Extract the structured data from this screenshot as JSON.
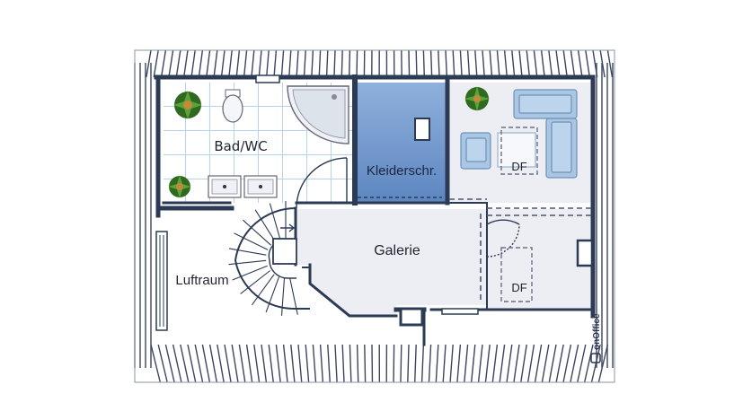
{
  "floor_plan": {
    "rooms": {
      "bath": {
        "label": "Bad/WC"
      },
      "wardrobe": {
        "label": "Kleiderschr."
      },
      "gallery": {
        "label": "Galerie"
      },
      "void": {
        "label": "Luftraum"
      },
      "skylight_upper": {
        "label": "DF"
      },
      "skylight_lower": {
        "label": "DF"
      }
    },
    "brand": {
      "text": "onOffice"
    },
    "colors": {
      "wall": "#2b3a55",
      "floor": "#eceef3",
      "bath_tile_grid": "#b9d2ec",
      "wardrobe_fill": "#6f95c8",
      "furniture": "#a9c6e4",
      "roof_slat": "#3a4660",
      "plant": "#3f8a2c"
    },
    "icons": [
      "plant-icon",
      "toilet-icon",
      "shower-tray-icon",
      "washbasin-icon",
      "sofa-icon",
      "armchair-icon",
      "spiral-staircase-icon",
      "onoffice-logo-icon"
    ]
  }
}
